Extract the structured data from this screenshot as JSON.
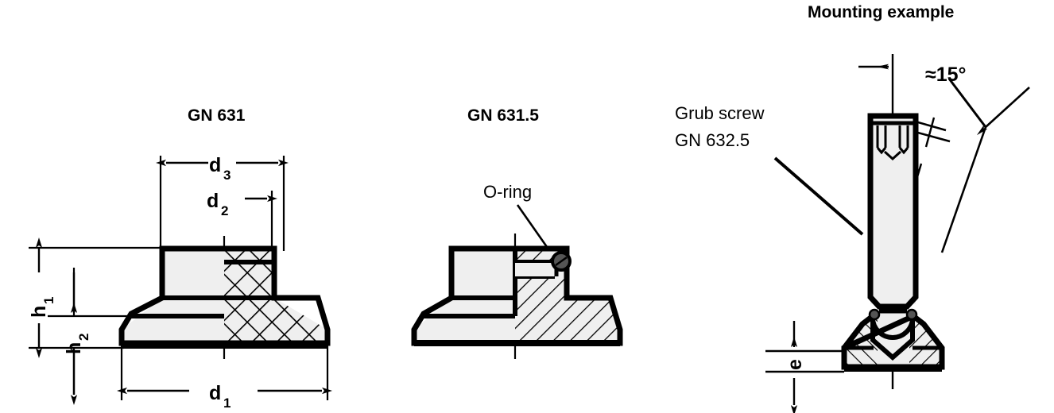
{
  "drawing": {
    "type": "technical-drawing",
    "background_color": "#ffffff",
    "line_color": "#000000",
    "fill_color": "#eeeeee"
  },
  "views": {
    "left": {
      "title": "GN 631",
      "dimensions": {
        "d1": "d",
        "d1_sub": "1",
        "d2": "d",
        "d2_sub": "2",
        "d3": "d",
        "d3_sub": "3",
        "h1": "h",
        "h1_sub": "1",
        "h2": "h",
        "h2_sub": "2"
      }
    },
    "middle": {
      "title": "GN 631.5",
      "callout": "O-ring"
    },
    "right": {
      "title": "Mounting example",
      "callout_line1": "Grub screw",
      "callout_line2": "GN 632.5",
      "angle": "≈15°",
      "dimension_e": "e"
    }
  }
}
